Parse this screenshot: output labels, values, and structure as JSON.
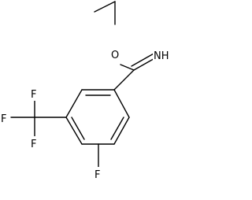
{
  "molecule": {
    "atoms": {
      "oxygen": "O",
      "imine_nitrogen": "NH",
      "ring_fluorine": "F",
      "cf3_fluorine_top": "F",
      "cf3_fluorine_left": "F",
      "cf3_fluorine_bottom": "F"
    }
  }
}
